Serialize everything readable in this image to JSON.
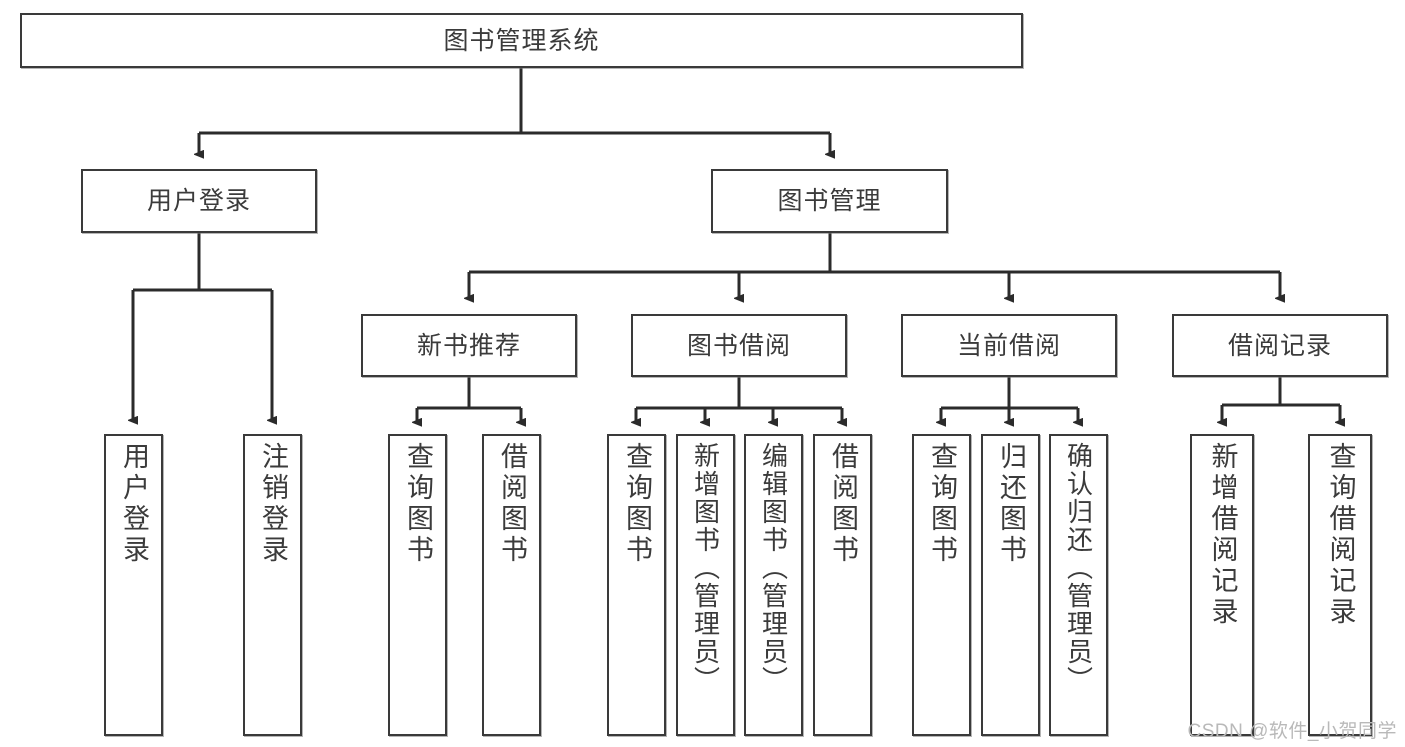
{
  "diagram": {
    "title": "图书管理系统",
    "type": "tree",
    "watermark": "CSDN @软件_小贺同学",
    "colors": {
      "box_border": "#3a3a3a",
      "box_fill": "#ffffff",
      "edge": "#2b2b2b",
      "text": "#3b3b3b",
      "watermark": "#b9b9b9",
      "background": "#ffffff"
    },
    "levels": [
      {
        "level": 0,
        "nodes": [
          {
            "id": "root",
            "label": "图书管理系统"
          }
        ]
      },
      {
        "level": 1,
        "nodes": [
          {
            "id": "l1-user-login",
            "label": "用户登录",
            "parent": "root"
          },
          {
            "id": "l1-book-mgmt",
            "label": "图书管理",
            "parent": "root"
          }
        ]
      },
      {
        "level": 2,
        "nodes": [
          {
            "id": "l2-new-book-rec",
            "label": "新书推荐",
            "parent": "l1-book-mgmt"
          },
          {
            "id": "l2-book-borrow",
            "label": "图书借阅",
            "parent": "l1-book-mgmt"
          },
          {
            "id": "l2-current-borrow",
            "label": "当前借阅",
            "parent": "l1-book-mgmt"
          },
          {
            "id": "l2-borrow-record",
            "label": "借阅记录",
            "parent": "l1-book-mgmt"
          }
        ]
      },
      {
        "level": 3,
        "nodes": [
          {
            "id": "l3-user-login",
            "label": "用户登录",
            "parent": "l1-user-login"
          },
          {
            "id": "l3-logout-login",
            "label": "注销登录",
            "parent": "l1-user-login"
          },
          {
            "id": "l3-query-book-1",
            "label": "查询图书",
            "parent": "l2-new-book-rec"
          },
          {
            "id": "l3-borrow-book-1",
            "label": "借阅图书",
            "parent": "l2-new-book-rec"
          },
          {
            "id": "l3-query-book-2",
            "label": "查询图书",
            "parent": "l2-book-borrow"
          },
          {
            "id": "l3-add-book-admin",
            "label": "新增图书（管理员）",
            "parent": "l2-book-borrow"
          },
          {
            "id": "l3-edit-book-admin",
            "label": "编辑图书（管理员）",
            "parent": "l2-book-borrow"
          },
          {
            "id": "l3-borrow-book-2",
            "label": "借阅图书",
            "parent": "l2-book-borrow"
          },
          {
            "id": "l3-query-book-3",
            "label": "查询图书",
            "parent": "l2-current-borrow"
          },
          {
            "id": "l3-return-book",
            "label": "归还图书",
            "parent": "l2-current-borrow"
          },
          {
            "id": "l3-confirm-return-admin",
            "label": "确认归还（管理员）",
            "parent": "l2-current-borrow"
          },
          {
            "id": "l3-add-borrow-record",
            "label": "新增借阅记录",
            "parent": "l2-borrow-record"
          },
          {
            "id": "l3-query-borrow-record",
            "label": "查询借阅记录",
            "parent": "l2-borrow-record"
          }
        ]
      }
    ]
  }
}
